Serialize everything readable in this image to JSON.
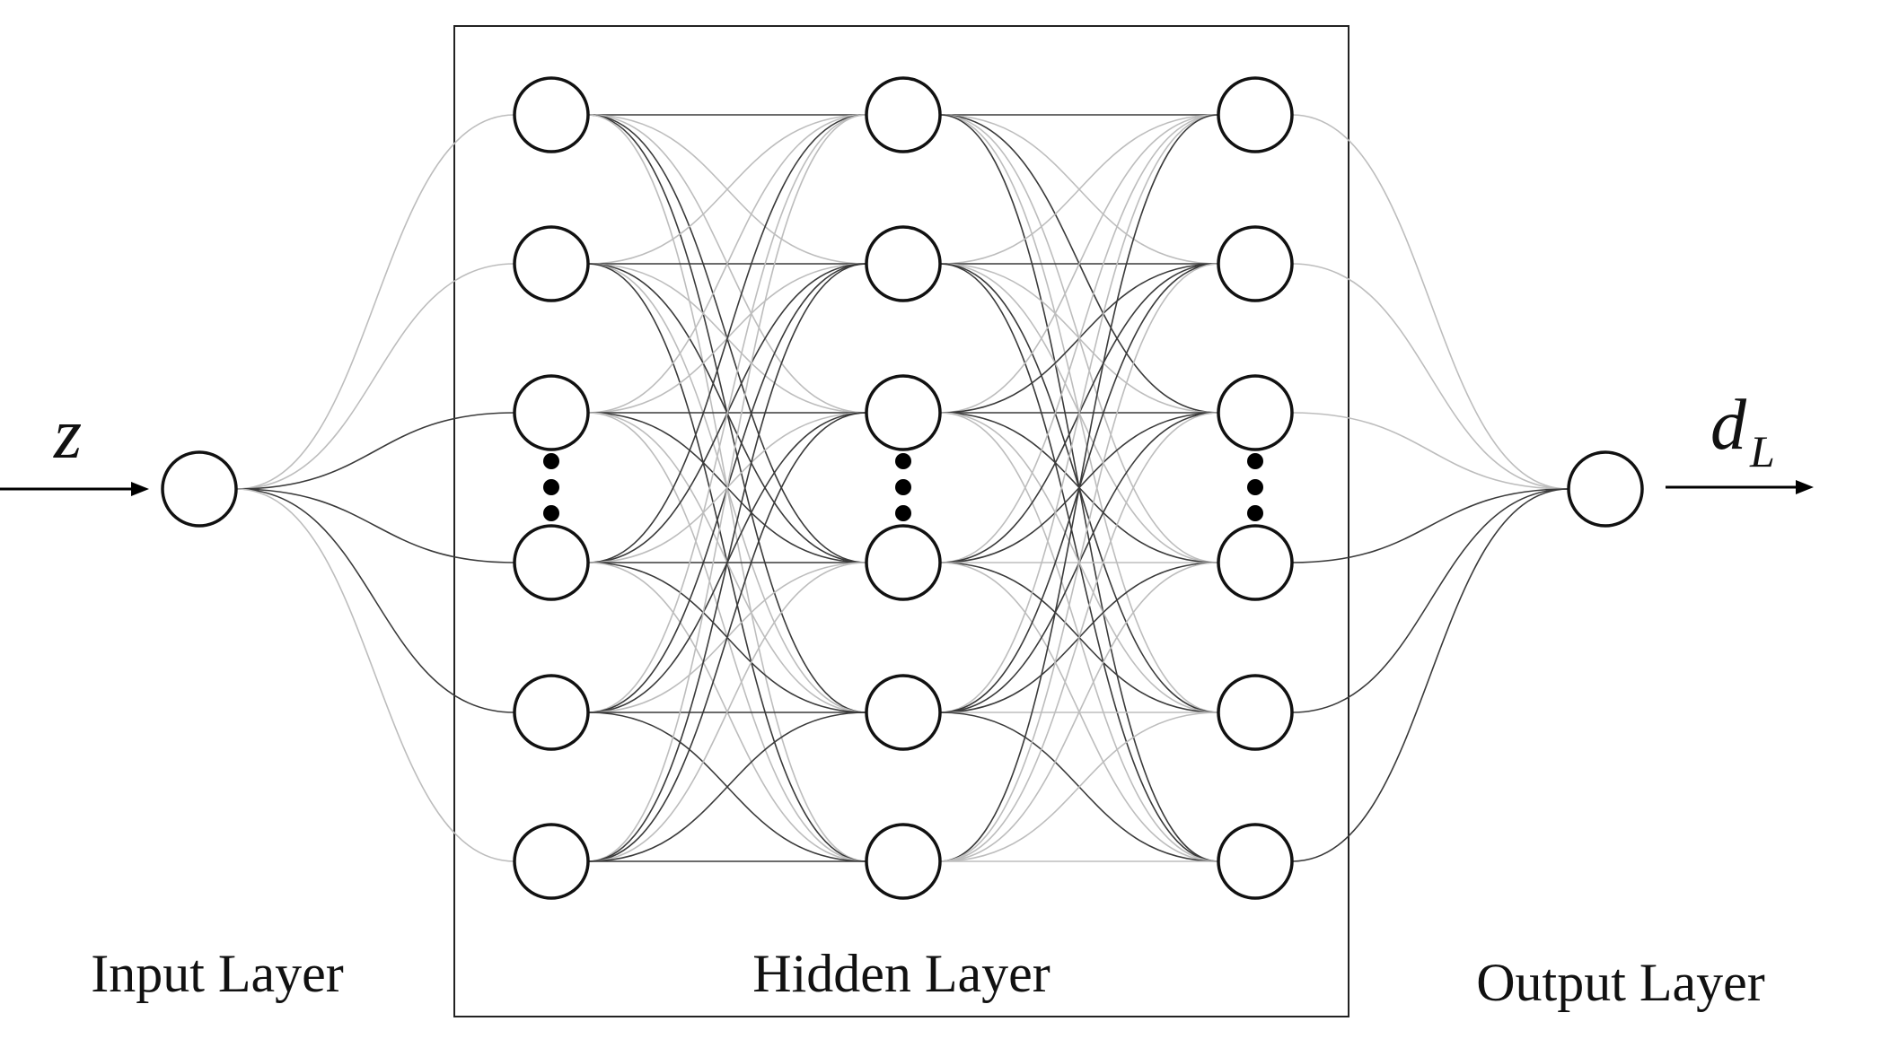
{
  "labels": {
    "input_layer": "Input Layer",
    "hidden_layer": "Hidden Layer",
    "output_layer": "Output Layer"
  },
  "variables": {
    "input": "z",
    "output_main": "d",
    "output_sub": "L"
  },
  "colors": {
    "node_stroke": "#111111",
    "edge_dark": "#3a3a3a",
    "edge_light": "#bdbdbd",
    "frame": "#222222"
  },
  "structure": {
    "input_nodes": 1,
    "hidden_layers": 3,
    "hidden_nodes_shown_per_layer": 6,
    "output_nodes": 1,
    "ellipsis_between_nodes": "3 and 4"
  }
}
